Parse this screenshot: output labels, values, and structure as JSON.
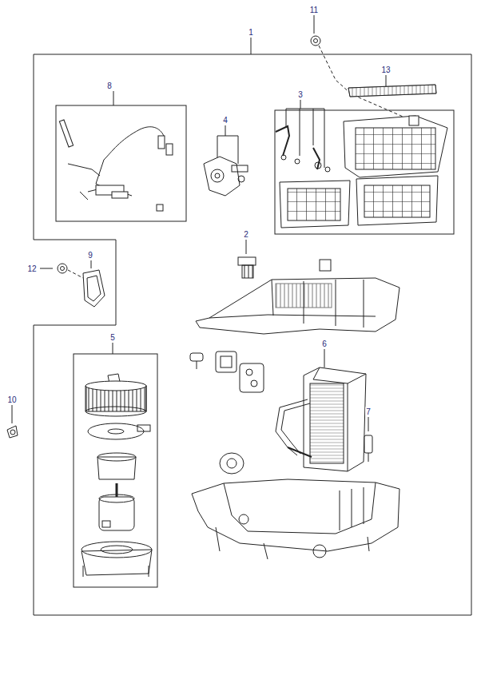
{
  "diagram": {
    "labels": [
      "11",
      "1",
      "13",
      "8",
      "3",
      "4",
      "2",
      "12",
      "9",
      "5",
      "6",
      "10",
      "7"
    ]
  }
}
